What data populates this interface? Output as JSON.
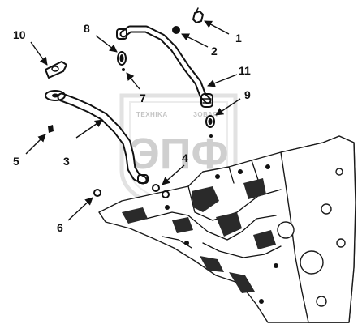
{
  "watermark": {
    "top_left": "TEXHIKA",
    "top_right": "ЗОВАЯ",
    "main": "ЭПФ"
  },
  "callouts": [
    {
      "id": "1",
      "label": "1"
    },
    {
      "id": "2",
      "label": "2"
    },
    {
      "id": "3",
      "label": "3"
    },
    {
      "id": "4",
      "label": "4"
    },
    {
      "id": "5",
      "label": "5"
    },
    {
      "id": "6",
      "label": "6"
    },
    {
      "id": "7",
      "label": "7"
    },
    {
      "id": "8",
      "label": "8"
    },
    {
      "id": "9",
      "label": "9"
    },
    {
      "id": "10",
      "label": "10"
    },
    {
      "id": "11",
      "label": "11"
    }
  ],
  "colors": {
    "ink": "#111111",
    "watermark": "#cfcfcf",
    "background": "#ffffff"
  }
}
